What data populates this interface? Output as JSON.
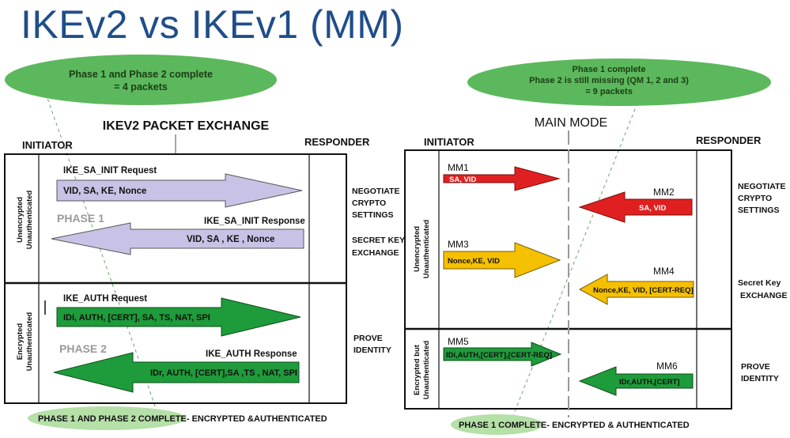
{
  "title": "IKEv2 vs IKEv1 (MM)",
  "left": {
    "bubble_line1": "Phase 1 and Phase 2 complete",
    "bubble_line2": "= 4 packets",
    "heading": "IKEV2 PACKET EXCHANGE",
    "initiator": "INITIATOR",
    "responder": "RESPONDER",
    "row1_label_a": "Unencrypted",
    "row1_label_b": "Unauthenticated",
    "row2_label_a": "Encrypted",
    "row2_label_b": "Unauthenticated",
    "phase1": "PHASE 1",
    "phase2": "PHASE 2",
    "msg1_title": "IKE_SA_INIT Request",
    "msg1_body": "VID, SA, KE, Nonce",
    "msg2_title": "IKE_SA_INIT Response",
    "msg2_body": "VID, SA , KE , Nonce",
    "msg3_title": "IKE_AUTH Request",
    "msg3_body": "IDi, AUTH, [CERT], SA, TS, NAT, SPI",
    "msg4_title": "IKE_AUTH Response",
    "msg4_body": "IDr, AUTH, [CERT],SA ,TS , NAT, SPI",
    "side1_a": "NEGOTIATE",
    "side1_b": "CRYPTO",
    "side1_c": "SETTINGS",
    "side2_a": "SECRET KEY",
    "side2_b": "EXCHANGE",
    "side3_a": "PROVE",
    "side3_b": "IDENTITY",
    "footer_highlight": "PHASE 1 AND PHASE 2 COMPLETE-",
    "footer_rest": " ENCRYPTED &AUTHENTICATED"
  },
  "right": {
    "bubble_line1": "Phase 1 complete",
    "bubble_line2": "Phase 2 is still missing (QM 1, 2 and 3)",
    "bubble_line3": "= 9 packets",
    "heading": "MAIN MODE",
    "initiator": "INITIATOR",
    "responder": "RESPONDER",
    "row1_label_a": "Unencrypted",
    "row1_label_b": "Unauthenticated",
    "row2_label_a": "Encrypted but",
    "row2_label_b": "Unauthenticated",
    "mm1": "MM1",
    "mm1_body": "SA, VID",
    "mm2": "MM2",
    "mm2_body": "SA, VID",
    "mm3": "MM3",
    "mm3_body": "Nonce,KE, VID",
    "mm4": "MM4",
    "mm4_body": "Nonce,KE, VID, [CERT-REQ]",
    "mm5": "MM5",
    "mm5_body": "IDi,AUTH,[CERT],[CERT-REQ]",
    "mm6": "MM6",
    "mm6_body": "IDr,AUTH,[CERT]",
    "side1_a": "NEGOTIATE",
    "side1_b": "CRYPTO",
    "side1_c": "SETTINGS",
    "side2_a": "Secret Key",
    "side2_b": "EXCHANGE",
    "side3_a": "PROVE",
    "side3_b": "IDENTITY",
    "footer_highlight": "PHASE 1 COMPLETE-",
    "footer_rest": " ENCRYPTED & AUTHENTICATED"
  },
  "colors": {
    "title": "#1f4e89",
    "bubble": "#5cb85c",
    "lavender": "#c8c3e6",
    "green": "#1e9b3a",
    "red": "#e02020",
    "yellow": "#f5c000",
    "footer_oval": "#b5e0a8"
  }
}
